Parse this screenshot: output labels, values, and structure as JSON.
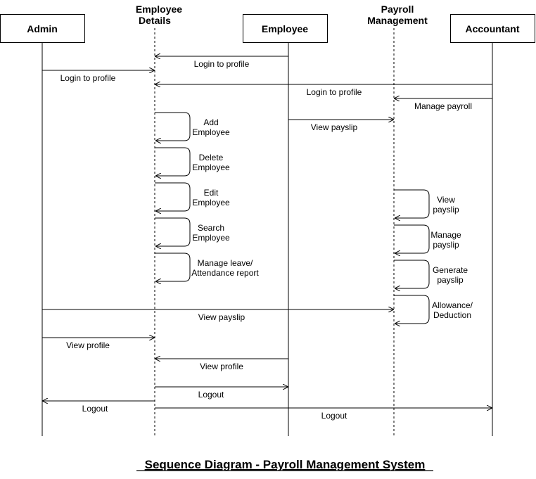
{
  "participants": {
    "admin": "Admin",
    "employee_details": [
      "Employee",
      "Details"
    ],
    "employee": "Employee",
    "payroll": [
      "Payroll",
      "Management"
    ],
    "accountant": "Accountant"
  },
  "messages": [
    {
      "from": "employee",
      "to": "employee_details",
      "label": [
        "Login to profile"
      ]
    },
    {
      "from": "admin",
      "to": "employee_details",
      "label": [
        "Login to profile"
      ]
    },
    {
      "from": "accountant",
      "to": "employee_details",
      "label": [
        "Login to profile"
      ]
    },
    {
      "from": "accountant",
      "to": "payroll",
      "label": [
        "Manage payroll"
      ]
    },
    {
      "from": "employee",
      "to": "payroll",
      "label": [
        "View payslip"
      ]
    },
    {
      "from": "employee_details",
      "to": "employee_details",
      "label": [
        "Add",
        "Employee"
      ]
    },
    {
      "from": "employee_details",
      "to": "employee_details",
      "label": [
        "Delete",
        "Employee"
      ]
    },
    {
      "from": "employee_details",
      "to": "employee_details",
      "label": [
        "Edit",
        "Employee"
      ]
    },
    {
      "from": "employee_details",
      "to": "employee_details",
      "label": [
        "Search",
        "Employee"
      ]
    },
    {
      "from": "employee_details",
      "to": "employee_details",
      "label": [
        "Manage leave/",
        "Attendance report"
      ]
    },
    {
      "from": "payroll",
      "to": "payroll",
      "label": [
        "View",
        "payslip"
      ]
    },
    {
      "from": "payroll",
      "to": "payroll",
      "label": [
        "Manage",
        "payslip"
      ]
    },
    {
      "from": "payroll",
      "to": "payroll",
      "label": [
        "Generate",
        "payslip"
      ]
    },
    {
      "from": "payroll",
      "to": "payroll",
      "label": [
        "Allowance/",
        "Deduction"
      ]
    },
    {
      "from": "admin",
      "to": "payroll",
      "label": [
        "View payslip"
      ]
    },
    {
      "from": "admin",
      "to": "employee_details",
      "label": [
        "View profile"
      ]
    },
    {
      "from": "employee",
      "to": "employee_details",
      "label": [
        "View profile"
      ]
    },
    {
      "from": "employee_details",
      "to": "employee",
      "label": [
        "Logout"
      ]
    },
    {
      "from": "employee_details",
      "to": "admin",
      "label": [
        "Logout"
      ]
    },
    {
      "from": "employee_details",
      "to": "accountant",
      "label": [
        "Logout"
      ]
    }
  ],
  "title": "Sequence Diagram - Payroll Management System"
}
